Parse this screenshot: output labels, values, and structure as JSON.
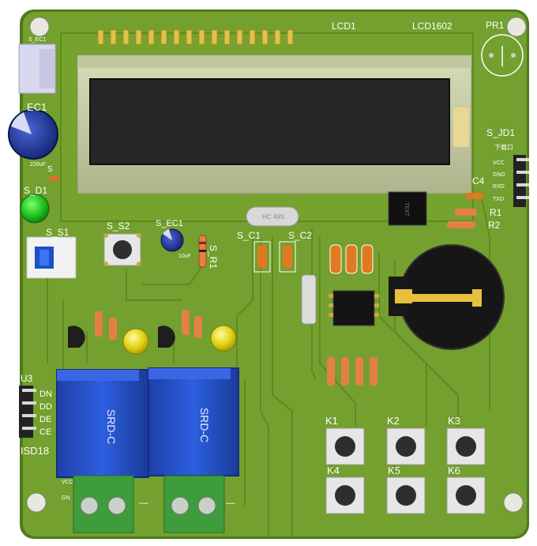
{
  "board": {
    "labels": {
      "lcd_ref": "LCD1",
      "lcd_part": "LCD1602",
      "pr1": "PR1",
      "fs_top_left": "S_EC1",
      "ec1": "EC1",
      "ec1_value": "220uF",
      "s_d1": "S_D1",
      "s_small": "S",
      "s_s1": "S_S1",
      "s_s2": "S_S2",
      "s_ec1": "S_EC1",
      "ec_small_value": "10uF",
      "s_r1": "S_R1",
      "s_c1": "S_C1",
      "s_c2": "S_C2",
      "crystal": "HC 49S",
      "s_jd1": "S_JD1",
      "jd1_sub": "下载口",
      "jd1_pins": [
        "VCC",
        "GND",
        "RXD",
        "TXD"
      ],
      "c4": "C4",
      "r1": "R1",
      "r2": "R2",
      "u3": "U3",
      "u3_part": "ISD18",
      "u3_pins": [
        "DN",
        "DD",
        "DE",
        "CE"
      ],
      "relay1_text": "SRD-C",
      "relay2_text": "SRD-C",
      "k1": "K1",
      "k2": "K2",
      "k3": "K3",
      "k4": "K4",
      "k5": "K5",
      "k6": "K6",
      "vcc": "VCC",
      "gnd": "GN",
      "ic_mark": "TEXT",
      "minus1": "—",
      "minus2": "—"
    }
  },
  "colors": {
    "pcb": "#6f9a2c",
    "pcb_edge": "#4f7a1c",
    "relay": "#2350c8",
    "terminal": "#3e9c3c",
    "lcd_frame": "#c8cfa8",
    "lcd_screen": "#222222",
    "pad": "#d4b24a"
  }
}
